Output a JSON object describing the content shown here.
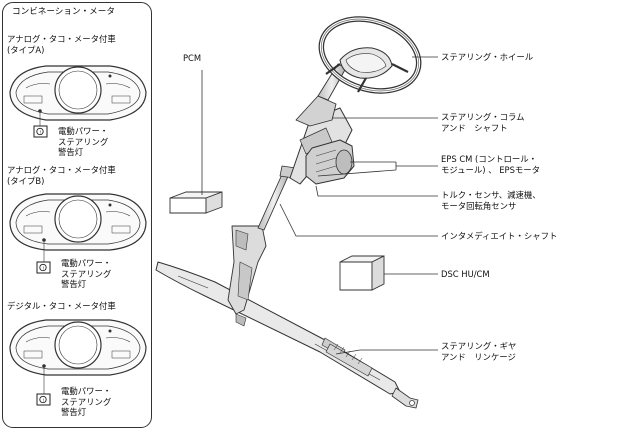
{
  "panel": {
    "title": "コンビネーション・メータ",
    "sections": [
      {
        "heading": [
          "アナログ・タコ・メータ付車",
          "(タイプA)"
        ],
        "warning": [
          "電動パワー・",
          "ステアリング",
          "警告灯"
        ]
      },
      {
        "heading": [
          "アナログ・タコ・メータ付車",
          "(タイプB)"
        ],
        "warning": [
          "電動パワー・",
          "ステアリング",
          "警告灯"
        ]
      },
      {
        "heading": [
          "デジタル・タコ・メータ付車"
        ],
        "warning": [
          "電動パワー・",
          "ステアリング",
          "警告灯"
        ]
      }
    ]
  },
  "labels": {
    "pcm": "PCM",
    "steering_wheel": "ステアリング・ホイール",
    "column": [
      "ステアリング・コラム",
      "アンド　シャフト"
    ],
    "eps": [
      "EPS CM (コントロール・",
      "モジュール) 、 EPSモータ"
    ],
    "torque": [
      "トルク・センサ、減速機、",
      "モータ回転角センサ"
    ],
    "intermediate": "インタメディエイト・シャフト",
    "dsc": "DSC HU/CM",
    "gear": [
      "ステアリング・ギヤ",
      "アンド　リンケージ"
    ]
  }
}
